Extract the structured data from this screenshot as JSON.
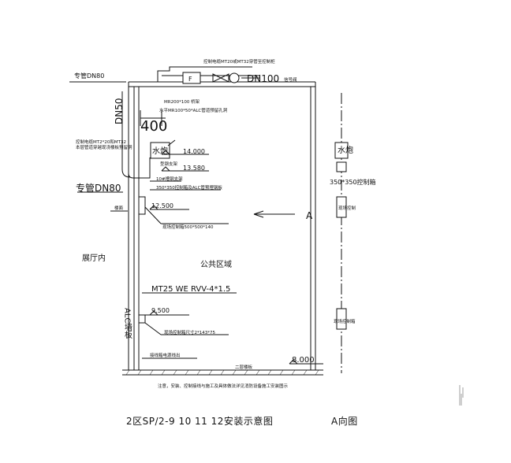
{
  "labels": {
    "top_note": "控制电缆MT20或MT32穿管至控制柜",
    "dn80_top": "专管DN80",
    "dn100": "DN100",
    "signal_valve": "信号阀",
    "flow": "F",
    "dn50": "DN50",
    "mr_note1": "MR200*100 桥架",
    "mr_note2": "水平MR100*50*ALC管道预留孔洞",
    "label_400": "400",
    "power_note": "控制电缆MT2*20和MT32",
    "power_note2": "本层管道穿越现浇楼板预留洞",
    "water_gun": "水炮",
    "el_14000": "14.000",
    "el_13580": "13.580",
    "beam_note": "型钢支架",
    "support_note": "10#槽钢支架",
    "box_note": "350*350控制箱及ALC管预埋钢板",
    "dn80_left": "专管DN80",
    "el_12500": "12.500",
    "box2_note": "现场控制箱500*500*140",
    "floor_tag": "楼面",
    "hall": "展厅内",
    "public": "公共区域",
    "arrow_a": "A",
    "cable": "MT25 WE RVV-4*1.5",
    "alc_wall": "ALC墙板",
    "el_9500": "9.500",
    "panel_note": "现场控制箱尺寸2*143*75",
    "wire_note": "接线箱电源线出",
    "ground": "二层楼板",
    "el_8000": "8.000",
    "bottom_note": "注意，安装、控制接线与施工及具体做法详见消防设备施工安装图示",
    "right_gun": "水炮",
    "right_box": "350*350控制箱",
    "right_ctrl": "现场控制",
    "right_panel": "现场控制箱",
    "title": "2区SP/2-9 10 11 12安装示意图",
    "view_a": "A向图"
  }
}
